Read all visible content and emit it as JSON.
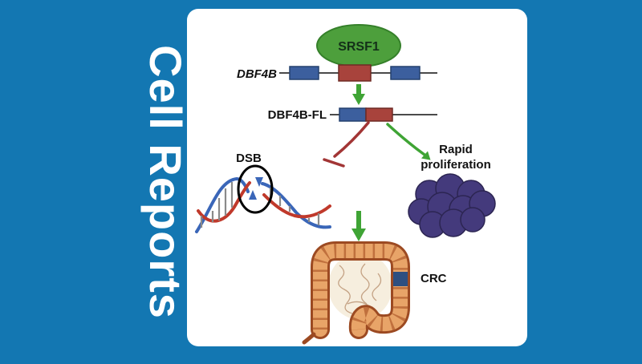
{
  "journal": {
    "name": "Cell Reports"
  },
  "figure": {
    "protein_label": "SRSF1",
    "gene_label": "DBF4B",
    "isoform_label": "DBF4B-FL",
    "dsb_label": "DSB",
    "proliferation_label_line1": "Rapid",
    "proliferation_label_line2": "proliferation",
    "crc_label": "CRC"
  },
  "colors": {
    "background_blue": "#1377b2",
    "panel_white": "#ffffff",
    "journal_text": "#ffffff",
    "protein_green": "#4d9f3c",
    "arrow_green": "#3fa435",
    "inhibition_red": "#a23535",
    "exon_blue": "#3c5f9e",
    "exon_red": "#a8433c",
    "dna_blue": "#3a66b8",
    "dna_red": "#c0392b",
    "tumor_purple": "#443a7c",
    "colon_tan": "#e8a468",
    "colon_outline": "#9c4a22",
    "crc_site_blue": "#2e4f80"
  }
}
